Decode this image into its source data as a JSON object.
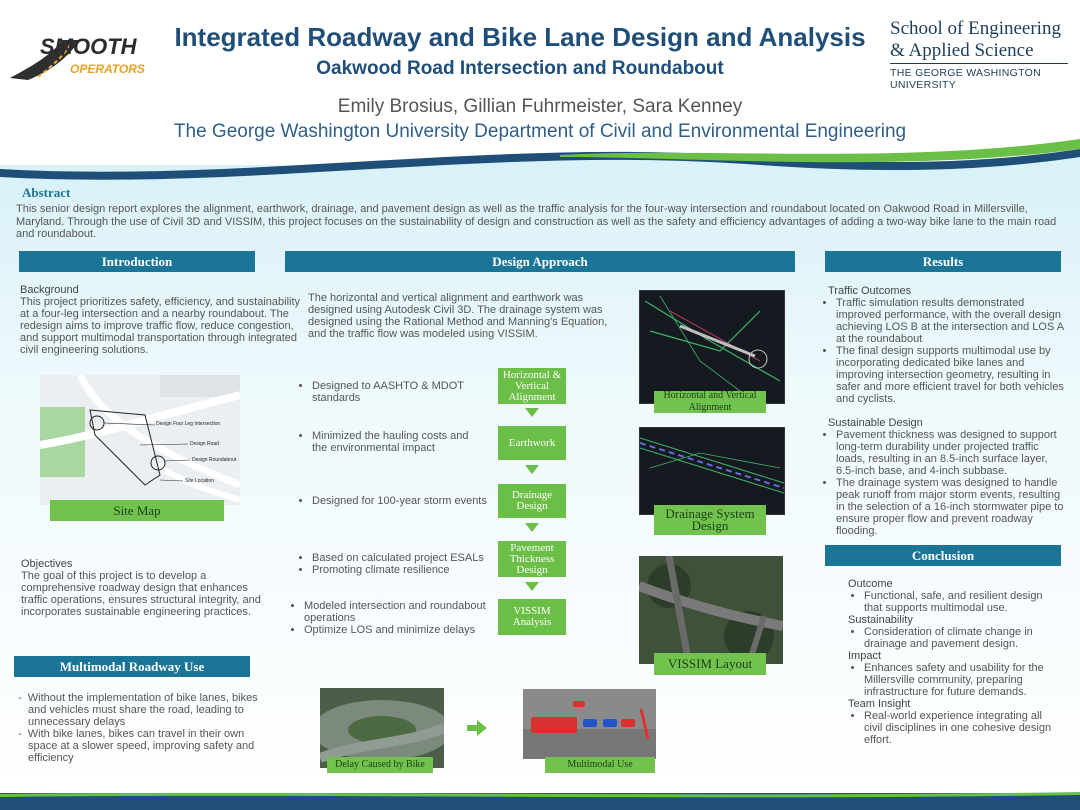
{
  "header": {
    "logo_top": "SMOOTH",
    "logo_bottom": "OPERATORS",
    "title": "Integrated Roadway and Bike Lane Design and Analysis",
    "subtitle": "Oakwood Road Intersection and Roundabout",
    "authors": "Emily Brosius, Gillian Fuhrmeister, Sara Kenney",
    "department": "The George Washington University Department of Civil and Environmental Engineering",
    "school_line1": "School of Engineering",
    "school_line2": "& Applied Science",
    "university": "THE GEORGE WASHINGTON UNIVERSITY"
  },
  "abstract": {
    "heading": "Abstract",
    "text": "This senior design report explores the alignment, earthwork, drainage, and pavement design as well as the traffic analysis for the four-way intersection and roundabout located on Oakwood Road in Millersville, Maryland. Through the use of Civil 3D and VISSIM, this project focuses on the sustainability of design and construction as well as the safety and efficiency advantages of adding a two-way bike lane to the main road and roundabout."
  },
  "introduction": {
    "heading": "Introduction",
    "background_title": "Background",
    "background_text": "This project prioritizes safety, efficiency, and sustainability at a four-leg intersection and a nearby roundabout. The redesign aims to improve traffic flow, reduce congestion, and support multimodal transportation through integrated civil engineering solutions.",
    "map_labels": [
      "Design Four Leg Intersection",
      "Design Road",
      "Design Roundabout",
      "Site Location"
    ],
    "site_map_label": "Site Map",
    "objectives_title": "Objectives",
    "objectives_text": "The goal of this project is to develop a comprehensive roadway design that enhances traffic operations, ensures structural integrity, and incorporates sustainable engineering practices."
  },
  "multimodal": {
    "heading": "Multimodal Roadway Use",
    "bullets": [
      "Without the implementation of bike lanes, bikes and vehicles must share the road, leading to unnecessary delays",
      "With bike lanes, bikes can travel in their own space at a slower speed, improving safety and efficiency"
    ],
    "delay_label": "Delay Caused by Bike",
    "multimodal_label": "Multimodal Use"
  },
  "design": {
    "heading": "Design Approach",
    "intro": "The horizontal and vertical alignment and earthwork was designed using Autodesk Civil 3D. The drainage system was designed using the Rational Method and Manning's Equation, and the traffic flow was modeled using VISSIM.",
    "steps": [
      {
        "label": "Horizontal & Vertical Alignment",
        "bullets": [
          "Designed to AASHTO & MDOT standards"
        ]
      },
      {
        "label": "Earthwork",
        "bullets": [
          "Minimized the hauling costs and the environmental impact"
        ]
      },
      {
        "label": "Drainage Design",
        "bullets": [
          "Designed for 100-year storm events"
        ]
      },
      {
        "label": "Pavement Thickness Design",
        "bullets": [
          "Based on calculated project ESALs",
          "Promoting climate resilience"
        ]
      },
      {
        "label": "VISSIM Analysis",
        "bullets": [
          "Modeled intersection and roundabout operations",
          "Optimize LOS and minimize delays"
        ]
      }
    ],
    "image_labels": [
      "Horizontal and Vertical Alignment",
      "Drainage System Design",
      "VISSIM Layout"
    ]
  },
  "results": {
    "heading": "Results",
    "traffic_title": "Traffic Outcomes",
    "traffic_bullets": [
      "Traffic simulation results demonstrated improved performance, with the overall design achieving LOS B at the intersection and LOS A at the roundabout",
      "The final design supports multimodal use by incorporating dedicated bike lanes and improving intersection geometry, resulting in safer and more efficient travel for both vehicles and cyclists."
    ],
    "sustain_title": "Sustainable Design",
    "sustain_bullets": [
      "Pavement thickness was designed to support long-term durability under projected traffic loads, resulting in an 8.5-inch surface layer, 6.5-inch base, and 4-inch subbase.",
      "The drainage system was designed to handle peak runoff from major storm events, resulting in the selection of a 16-inch stormwater pipe to ensure proper flow and prevent roadway flooding."
    ]
  },
  "conclusion": {
    "heading": "Conclusion",
    "sections": [
      {
        "title": "Outcome",
        "bullet": "Functional, safe, and resilient design that supports multimodal use."
      },
      {
        "title": "Sustainability",
        "bullet": "Consideration of climate change in drainage and pavement design."
      },
      {
        "title": "Impact",
        "bullet": "Enhances safety and usability for the Millersville community, preparing infrastructure for future demands."
      },
      {
        "title": "Team Insight",
        "bullet": "Real-world experience integrating all civil disciplines in one cohesive design effort."
      }
    ]
  },
  "colors": {
    "header_blue": "#1a7597",
    "title_navy": "#1f4e79",
    "accent_green": "#6cbf46"
  }
}
